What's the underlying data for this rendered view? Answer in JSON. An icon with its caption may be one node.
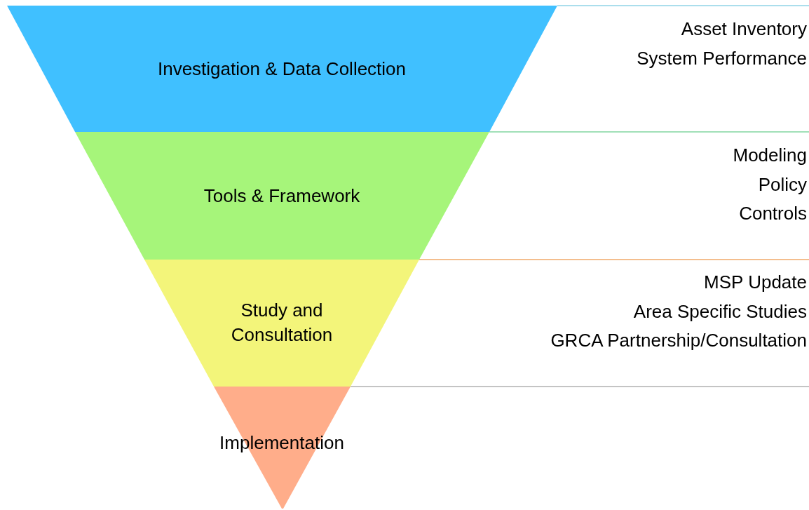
{
  "diagram": {
    "nodes": [
      {
        "text": [
          "Investigation & Data Collection"
        ],
        "beside": [
          "Asset Inventory",
          "System Performance"
        ]
      },
      {
        "text": [
          "Tools & Framework"
        ],
        "beside": [
          "Modeling",
          "Policy",
          "Controls"
        ]
      },
      {
        "text": [
          "Study and Consultation"
        ],
        "beside": [
          "MSP Update",
          "Area Specific Studies",
          "GRCA Partnership/Consultation"
        ]
      },
      {
        "text": [
          "Implementation"
        ]
      }
    ]
  }
}
